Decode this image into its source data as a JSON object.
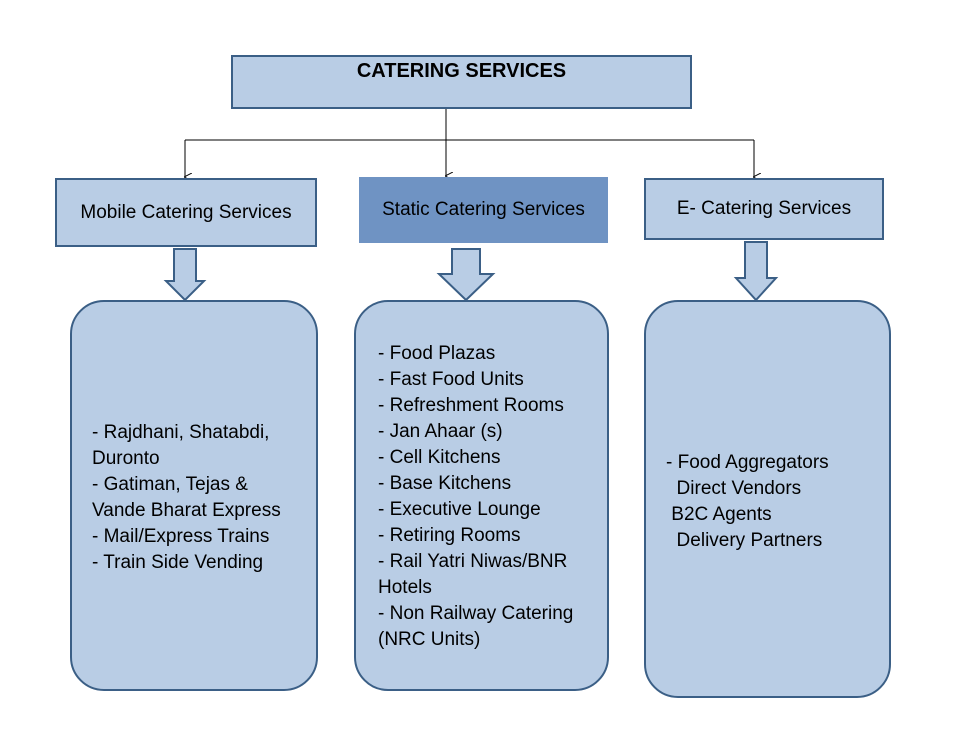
{
  "root": {
    "label": "CATERING SERVICES"
  },
  "categories": [
    {
      "label": "Mobile Catering Services",
      "items": [
        "- Rajdhani, Shatabdi,",
        "Duronto",
        "- Gatiman, Tejas &",
        "Vande Bharat Express",
        "- Mail/Express Trains",
        "- Train Side Vending"
      ]
    },
    {
      "label": "Static Catering Services",
      "items": [
        "- Food Plazas",
        "- Fast Food Units",
        "- Refreshment Rooms",
        "- Jan Ahaar (s)",
        "- Cell Kitchens",
        "- Base Kitchens",
        "- Executive Lounge",
        "- Retiring Rooms",
        "- Rail Yatri Niwas/BNR",
        "Hotels",
        "- Non Railway Catering",
        "(NRC Units)"
      ]
    },
    {
      "label": "E- Catering Services",
      "items": [
        "- Food Aggregators",
        "  Direct Vendors",
        " B2C Agents",
        "  Delivery Partners"
      ]
    }
  ],
  "colors": {
    "box_fill": "#b9cde5",
    "box_border": "#3b5f86",
    "highlight_fill": "#6f93c3"
  }
}
